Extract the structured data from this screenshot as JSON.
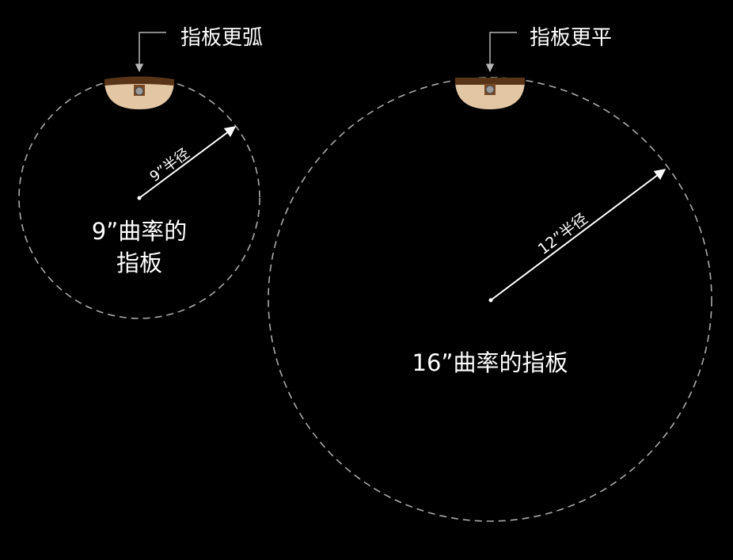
{
  "colors": {
    "background": "#000000",
    "circle_stroke": "#aaaaaa",
    "arrow": "#ffffff",
    "text": "#ffffff",
    "fretboard_top": "#5a3417",
    "fretboard_body": "#e3c6a4",
    "fret_dot": "#9a9a9a"
  },
  "left": {
    "callout": "指板更弧",
    "radius_label": "9”半径",
    "caption_line1": "9”曲率的",
    "caption_line2": "指板"
  },
  "right": {
    "callout": "指板更平",
    "radius_label": "12”半径",
    "caption": "16”曲率的指板"
  }
}
